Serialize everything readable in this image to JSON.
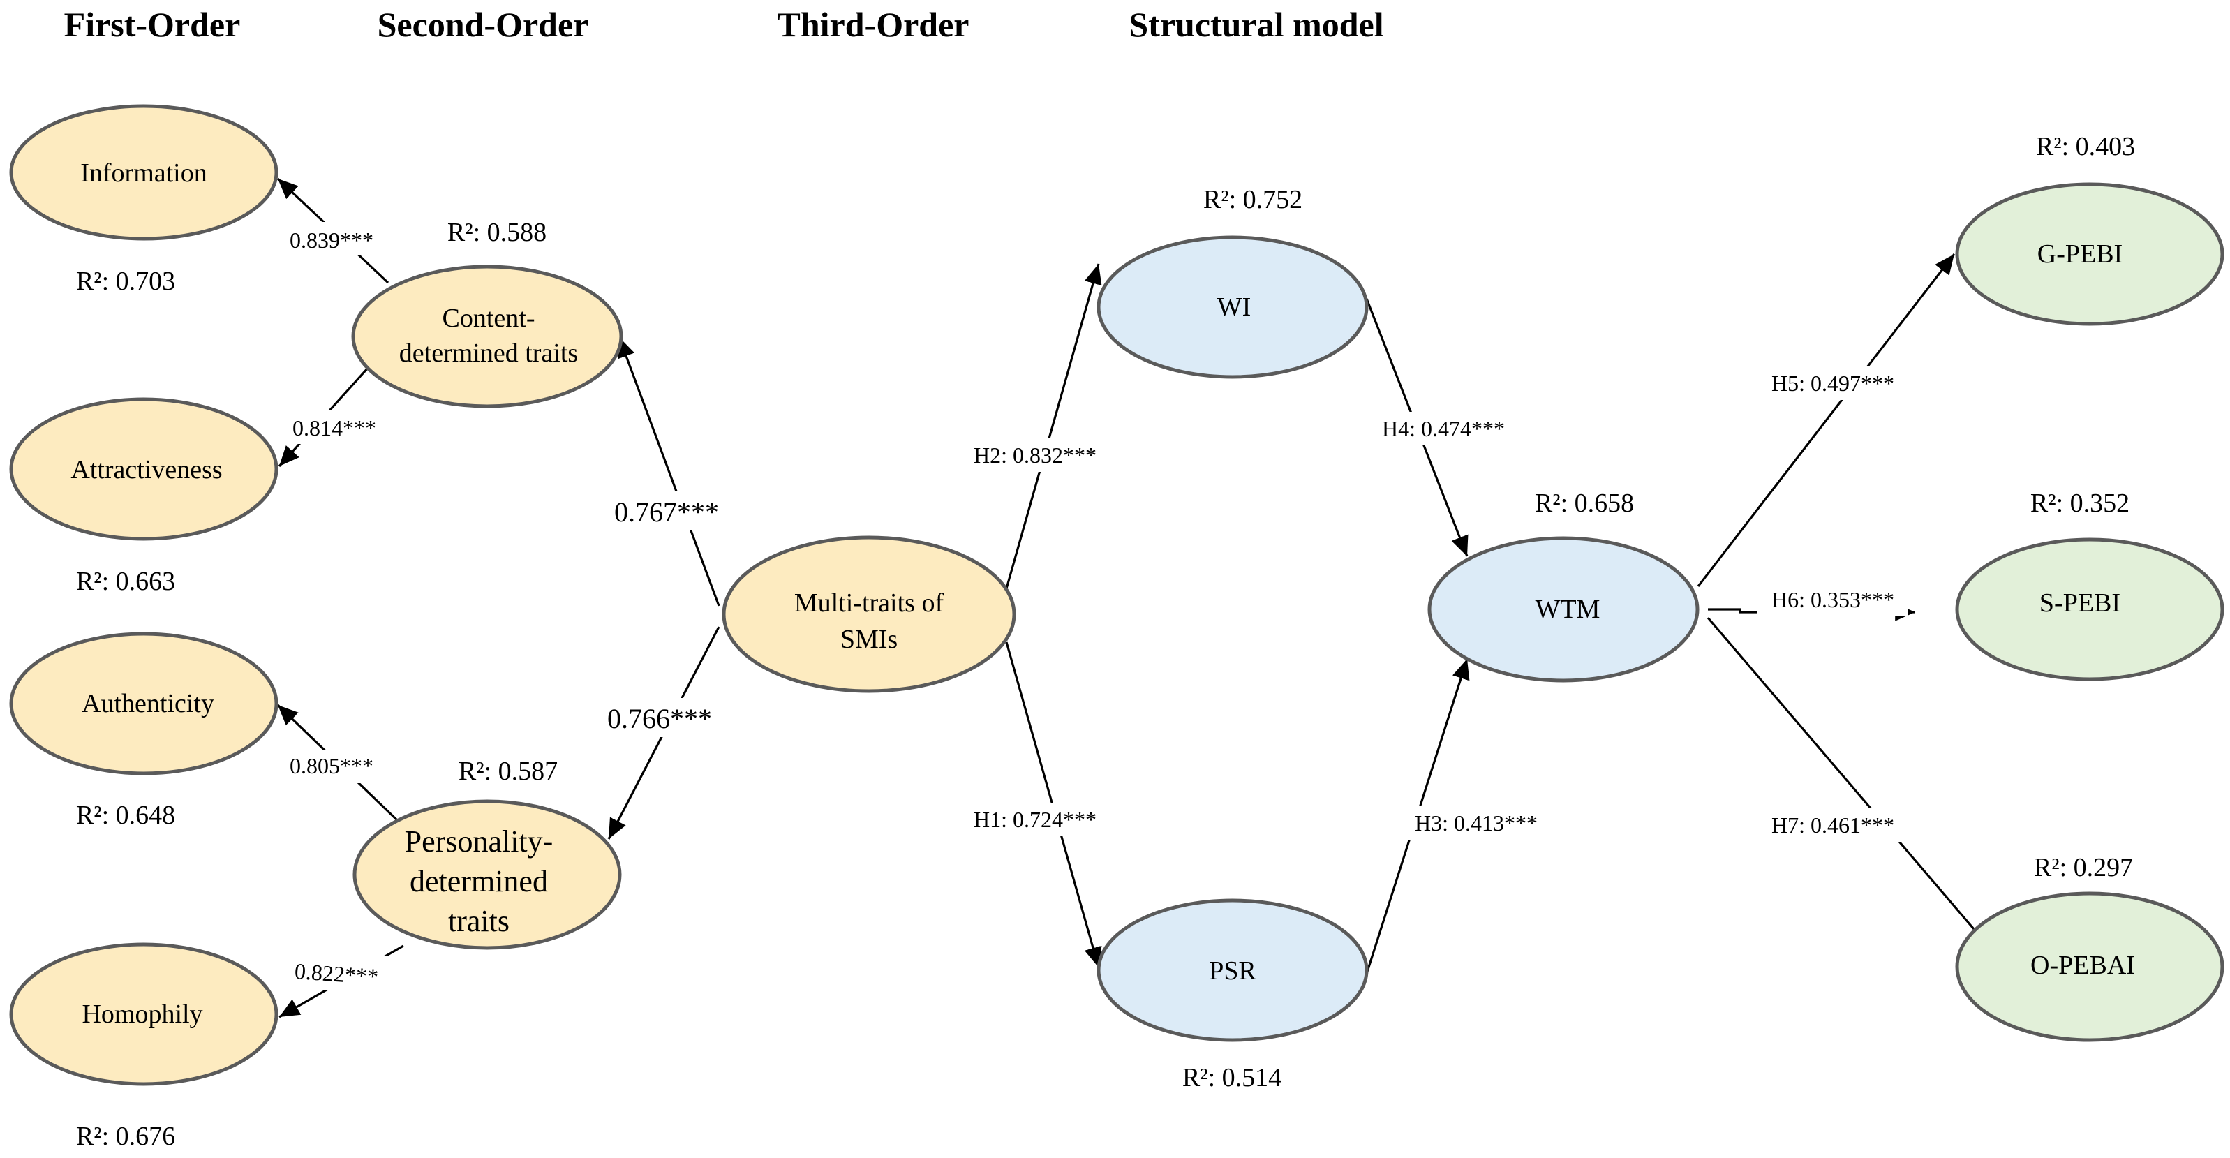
{
  "headers": {
    "first_order": "First-Order",
    "second_order": "Second-Order",
    "third_order": "Third-Order",
    "structural": "Structural model"
  },
  "colors": {
    "trait_fill": "#fdebc0",
    "mediator_fill": "#dcebf7",
    "outcome_fill": "#e2f0d9",
    "outline": "#5a5a5a"
  },
  "nodes": {
    "information": {
      "label": "Information",
      "r2": "R²: 0.703"
    },
    "attractiveness": {
      "label": "Attractiveness",
      "r2": "R²: 0.663"
    },
    "authenticity": {
      "label": "Authenticity",
      "r2": "R²: 0.648"
    },
    "homophily": {
      "label": "Homophily",
      "r2": "R²: 0.676"
    },
    "content": {
      "label_1": "Content-",
      "label_2": "determined traits",
      "r2": "R²: 0.588"
    },
    "personality": {
      "label_1": "Personality-",
      "label_2": "determined",
      "label_3": "traits",
      "r2": "R²: 0.587"
    },
    "multi": {
      "label_1": "Multi-traits of",
      "label_2": "SMIs"
    },
    "wi": {
      "label": "WI",
      "r2": "R²: 0.752"
    },
    "psr": {
      "label": "PSR",
      "r2": "R²: 0.514"
    },
    "wtm": {
      "label": "WTM",
      "r2": "R²: 0.658"
    },
    "gpebi": {
      "label": "G-PEBI",
      "r2": "R²: 0.403"
    },
    "spebi": {
      "label": "S-PEBI",
      "r2": "R²: 0.352"
    },
    "opebai": {
      "label": "O-PEBAI",
      "r2": "R²: 0.297"
    }
  },
  "paths": {
    "information": "0.839***",
    "attractiveness": "0.814***",
    "authenticity": "0.805***",
    "homophily": "0.822***",
    "content": "0.767***",
    "personality": "0.766***",
    "h1": "H1: 0.724***",
    "h2": "H2: 0.832***",
    "h3": "H3: 0.413***",
    "h4": "H4: 0.474***",
    "h5": "H5: 0.497***",
    "h6": "H6: 0.353***",
    "h7": "H7: 0.461***"
  }
}
